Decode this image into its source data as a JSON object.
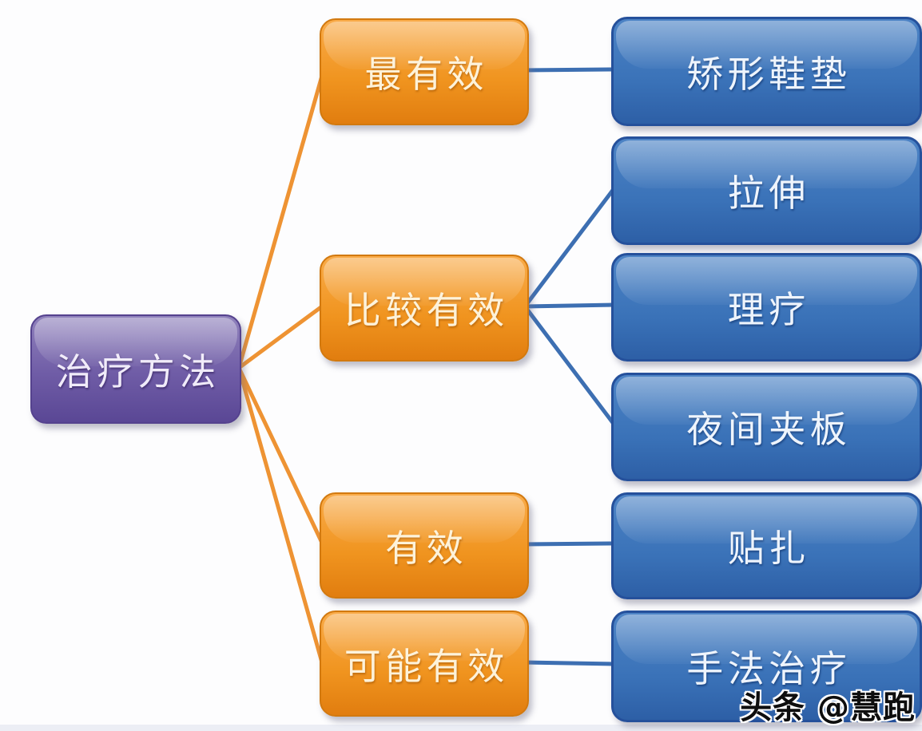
{
  "diagram": {
    "title_node": {
      "id": "treatment-methods",
      "label": "治疗方法"
    },
    "categories": [
      {
        "id": "most-effective",
        "label": "最有效",
        "children": [
          "orthotic-insoles"
        ]
      },
      {
        "id": "fairly-effective",
        "label": "比较有效",
        "children": [
          "stretching",
          "physiotherapy",
          "night-splint"
        ]
      },
      {
        "id": "effective",
        "label": "有效",
        "children": [
          "taping"
        ]
      },
      {
        "id": "possibly-effective",
        "label": "可能有效",
        "children": [
          "manual-therapy"
        ]
      }
    ],
    "treatments": [
      {
        "id": "orthotic-insoles",
        "label": "矫形鞋垫"
      },
      {
        "id": "stretching",
        "label": "拉伸"
      },
      {
        "id": "physiotherapy",
        "label": "理疗"
      },
      {
        "id": "night-splint",
        "label": "夜间夹板"
      },
      {
        "id": "taping",
        "label": "贴扎"
      },
      {
        "id": "manual-therapy",
        "label": "手法治疗"
      }
    ],
    "edges": [
      {
        "from": "treatment-methods",
        "to": "most-effective",
        "color": "orange"
      },
      {
        "from": "treatment-methods",
        "to": "fairly-effective",
        "color": "orange"
      },
      {
        "from": "treatment-methods",
        "to": "effective",
        "color": "orange"
      },
      {
        "from": "treatment-methods",
        "to": "possibly-effective",
        "color": "orange"
      },
      {
        "from": "most-effective",
        "to": "orthotic-insoles",
        "color": "blue"
      },
      {
        "from": "fairly-effective",
        "to": "stretching",
        "color": "blue"
      },
      {
        "from": "fairly-effective",
        "to": "physiotherapy",
        "color": "blue"
      },
      {
        "from": "fairly-effective",
        "to": "night-splint",
        "color": "blue"
      },
      {
        "from": "effective",
        "to": "taping",
        "color": "blue"
      },
      {
        "from": "possibly-effective",
        "to": "manual-therapy",
        "color": "blue"
      }
    ],
    "colors": {
      "root_fill": "#6f5ca6",
      "category_fill": "#f0941f",
      "treatment_fill": "#3a72b8",
      "edge_orange": "#ee9333",
      "edge_blue": "#3d6fb2",
      "background": "#fdfdfe"
    }
  },
  "watermark": {
    "text": "头条 @慧跑"
  }
}
